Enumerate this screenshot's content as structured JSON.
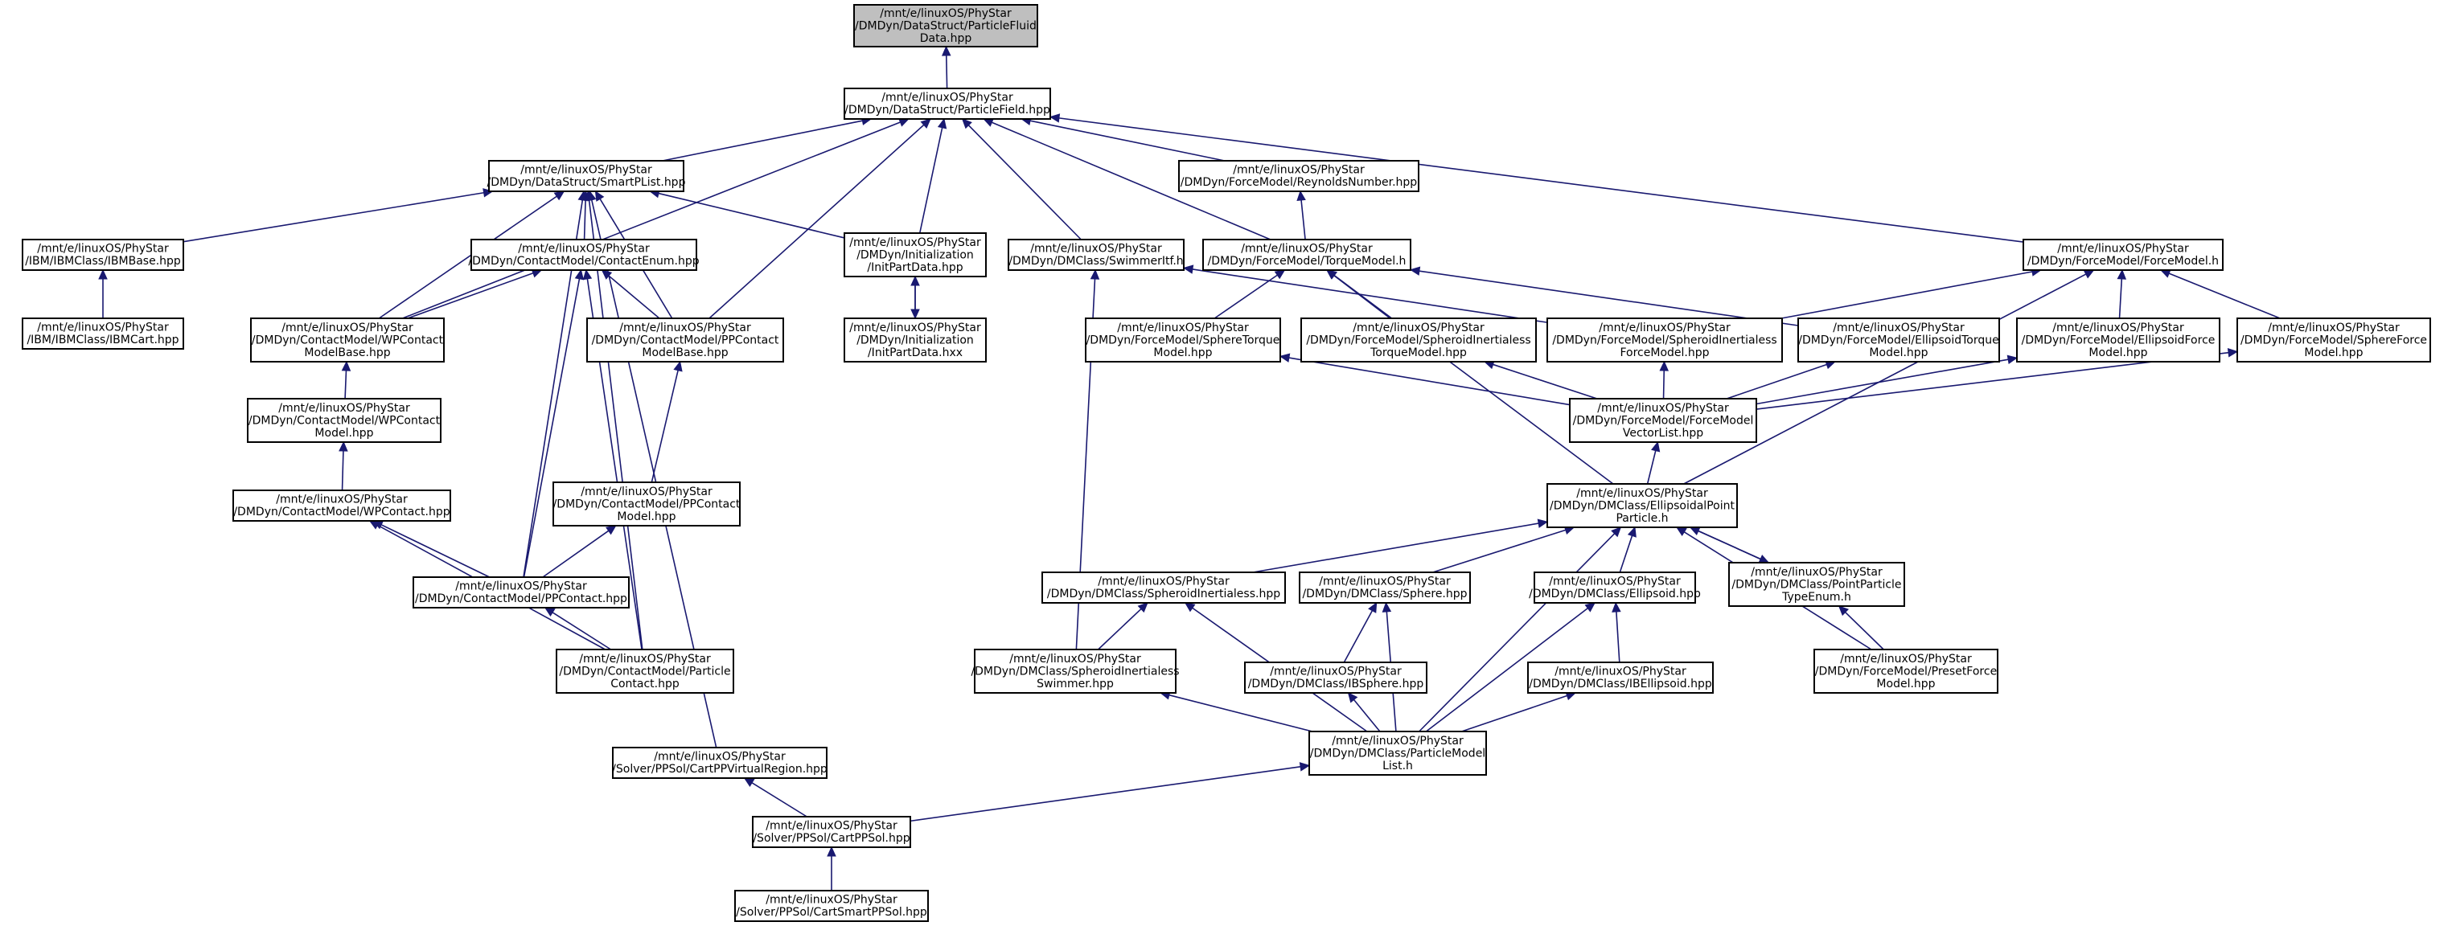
{
  "graph": {
    "colors": {
      "edge": "#191970",
      "node_border": "#000000",
      "root_fill": "#bfbfbf",
      "node_fill": "#ffffff",
      "background": "#ffffff"
    },
    "nodes": [
      {
        "id": "n1",
        "lines": [
          "/mnt/e/linuxOS/PhyStar",
          "/DMDyn/DataStruct/ParticleFluid",
          "Data.hpp"
        ],
        "root": true
      },
      {
        "id": "n2",
        "lines": [
          "/mnt/e/linuxOS/PhyStar",
          "/DMDyn/DataStruct/ParticleField.hpp"
        ]
      },
      {
        "id": "n3",
        "lines": [
          "/mnt/e/linuxOS/PhyStar",
          "/DMDyn/DataStruct/SmartPList.hpp"
        ]
      },
      {
        "id": "n4",
        "lines": [
          "/mnt/e/linuxOS/PhyStar",
          "/DMDyn/ForceModel/ReynoldsNumber.hpp"
        ]
      },
      {
        "id": "n5",
        "lines": [
          "/mnt/e/linuxOS/PhyStar",
          "/IBM/IBMClass/IBMBase.hpp"
        ]
      },
      {
        "id": "n6",
        "lines": [
          "/mnt/e/linuxOS/PhyStar",
          "/DMDyn/ContactModel/ContactEnum.hpp"
        ]
      },
      {
        "id": "n7",
        "lines": [
          "/mnt/e/linuxOS/PhyStar",
          "/DMDyn/Initialization",
          "/InitPartData.hpp"
        ]
      },
      {
        "id": "n8",
        "lines": [
          "/mnt/e/linuxOS/PhyStar",
          "/DMDyn/DMClass/SwimmerItf.h"
        ]
      },
      {
        "id": "n9",
        "lines": [
          "/mnt/e/linuxOS/PhyStar",
          "/DMDyn/ForceModel/TorqueModel.h"
        ]
      },
      {
        "id": "n10",
        "lines": [
          "/mnt/e/linuxOS/PhyStar",
          "/DMDyn/ForceModel/ForceModel.h"
        ]
      },
      {
        "id": "n11",
        "lines": [
          "/mnt/e/linuxOS/PhyStar",
          "/IBM/IBMClass/IBMCart.hpp"
        ]
      },
      {
        "id": "n12",
        "lines": [
          "/mnt/e/linuxOS/PhyStar",
          "/DMDyn/ContactModel/WPContact",
          "ModelBase.hpp"
        ]
      },
      {
        "id": "n13",
        "lines": [
          "/mnt/e/linuxOS/PhyStar",
          "/DMDyn/ContactModel/PPContact",
          "ModelBase.hpp"
        ]
      },
      {
        "id": "n14",
        "lines": [
          "/mnt/e/linuxOS/PhyStar",
          "/DMDyn/Initialization",
          "/InitPartData.hxx"
        ]
      },
      {
        "id": "n15",
        "lines": [
          "/mnt/e/linuxOS/PhyStar",
          "/DMDyn/ForceModel/SphereTorque",
          "Model.hpp"
        ]
      },
      {
        "id": "n16",
        "lines": [
          "/mnt/e/linuxOS/PhyStar",
          "/DMDyn/ForceModel/SpheroidInertialess",
          "TorqueModel.hpp"
        ]
      },
      {
        "id": "n17",
        "lines": [
          "/mnt/e/linuxOS/PhyStar",
          "/DMDyn/ForceModel/SpheroidInertialess",
          "ForceModel.hpp"
        ]
      },
      {
        "id": "n18",
        "lines": [
          "/mnt/e/linuxOS/PhyStar",
          "/DMDyn/ForceModel/EllipsoidTorque",
          "Model.hpp"
        ]
      },
      {
        "id": "n19",
        "lines": [
          "/mnt/e/linuxOS/PhyStar",
          "/DMDyn/ForceModel/EllipsoidForce",
          "Model.hpp"
        ]
      },
      {
        "id": "n20",
        "lines": [
          "/mnt/e/linuxOS/PhyStar",
          "/DMDyn/ForceModel/SphereForce",
          "Model.hpp"
        ]
      },
      {
        "id": "n21",
        "lines": [
          "/mnt/e/linuxOS/PhyStar",
          "/DMDyn/ContactModel/WPContact",
          "Model.hpp"
        ]
      },
      {
        "id": "n22",
        "lines": [
          "/mnt/e/linuxOS/PhyStar",
          "/DMDyn/ForceModel/ForceModel",
          "VectorList.hpp"
        ]
      },
      {
        "id": "n23",
        "lines": [
          "/mnt/e/linuxOS/PhyStar",
          "/DMDyn/ContactModel/WPContact.hpp"
        ]
      },
      {
        "id": "n24",
        "lines": [
          "/mnt/e/linuxOS/PhyStar",
          "/DMDyn/ContactModel/PPContact",
          "Model.hpp"
        ]
      },
      {
        "id": "n25",
        "lines": [
          "/mnt/e/linuxOS/PhyStar",
          "/DMDyn/DMClass/EllipsoidalPoint",
          "Particle.h"
        ]
      },
      {
        "id": "n26",
        "lines": [
          "/mnt/e/linuxOS/PhyStar",
          "/DMDyn/ContactModel/PPContact.hpp"
        ]
      },
      {
        "id": "n27",
        "lines": [
          "/mnt/e/linuxOS/PhyStar",
          "/DMDyn/DMClass/SpheroidInertialess.hpp"
        ]
      },
      {
        "id": "n28",
        "lines": [
          "/mnt/e/linuxOS/PhyStar",
          "/DMDyn/DMClass/Sphere.hpp"
        ]
      },
      {
        "id": "n29",
        "lines": [
          "/mnt/e/linuxOS/PhyStar",
          "/DMDyn/DMClass/Ellipsoid.hpp"
        ]
      },
      {
        "id": "n30",
        "lines": [
          "/mnt/e/linuxOS/PhyStar",
          "/DMDyn/DMClass/PointParticle",
          "TypeEnum.h"
        ]
      },
      {
        "id": "n31",
        "lines": [
          "/mnt/e/linuxOS/PhyStar",
          "/DMDyn/ContactModel/Particle",
          "Contact.hpp"
        ]
      },
      {
        "id": "n32",
        "lines": [
          "/mnt/e/linuxOS/PhyStar",
          "/DMDyn/DMClass/SpheroidInertialess",
          "Swimmer.hpp"
        ]
      },
      {
        "id": "n33",
        "lines": [
          "/mnt/e/linuxOS/PhyStar",
          "/DMDyn/DMClass/IBSphere.hpp"
        ]
      },
      {
        "id": "n34",
        "lines": [
          "/mnt/e/linuxOS/PhyStar",
          "/DMDyn/DMClass/IBEllipsoid.hpp"
        ]
      },
      {
        "id": "n35",
        "lines": [
          "/mnt/e/linuxOS/PhyStar",
          "/DMDyn/ForceModel/PresetForce",
          "Model.hpp"
        ]
      },
      {
        "id": "n36",
        "lines": [
          "/mnt/e/linuxOS/PhyStar",
          "/Solver/PPSol/CartPPVirtualRegion.hpp"
        ]
      },
      {
        "id": "n37",
        "lines": [
          "/mnt/e/linuxOS/PhyStar",
          "/DMDyn/DMClass/ParticleModel",
          "List.h"
        ]
      },
      {
        "id": "n38",
        "lines": [
          "/mnt/e/linuxOS/PhyStar",
          "/Solver/PPSol/CartPPSol.hpp"
        ]
      },
      {
        "id": "n39",
        "lines": [
          "/mnt/e/linuxOS/PhyStar",
          "/Solver/PPSol/CartSmartPPSol.hpp"
        ]
      }
    ],
    "edges": [
      [
        "n2",
        "n1"
      ],
      [
        "n3",
        "n2"
      ],
      [
        "n4",
        "n2"
      ],
      [
        "n7",
        "n2"
      ],
      [
        "n8",
        "n2"
      ],
      [
        "n9",
        "n2"
      ],
      [
        "n10",
        "n2"
      ],
      [
        "n12",
        "n2"
      ],
      [
        "n13",
        "n2"
      ],
      [
        "n5",
        "n3"
      ],
      [
        "n6",
        "n3"
      ],
      [
        "n7",
        "n3"
      ],
      [
        "n12",
        "n3"
      ],
      [
        "n13",
        "n3"
      ],
      [
        "n26",
        "n3"
      ],
      [
        "n31",
        "n3"
      ],
      [
        "n36",
        "n3"
      ],
      [
        "n9",
        "n4"
      ],
      [
        "n11",
        "n5"
      ],
      [
        "n12",
        "n6"
      ],
      [
        "n13",
        "n6"
      ],
      [
        "n26",
        "n6"
      ],
      [
        "n31",
        "n6"
      ],
      [
        "n14",
        "n7"
      ],
      [
        "n7",
        "n14"
      ],
      [
        "n32",
        "n8"
      ],
      [
        "n17",
        "n8"
      ],
      [
        "n15",
        "n9"
      ],
      [
        "n16",
        "n9"
      ],
      [
        "n18",
        "n9"
      ],
      [
        "n25",
        "n9"
      ],
      [
        "n17",
        "n10"
      ],
      [
        "n19",
        "n10"
      ],
      [
        "n20",
        "n10"
      ],
      [
        "n25",
        "n10"
      ],
      [
        "n21",
        "n12"
      ],
      [
        "n24",
        "n13"
      ],
      [
        "n22",
        "n15"
      ],
      [
        "n22",
        "n16"
      ],
      [
        "n22",
        "n17"
      ],
      [
        "n22",
        "n18"
      ],
      [
        "n22",
        "n19"
      ],
      [
        "n22",
        "n20"
      ],
      [
        "n23",
        "n21"
      ],
      [
        "n25",
        "n22"
      ],
      [
        "n26",
        "n23"
      ],
      [
        "n31",
        "n23"
      ],
      [
        "n26",
        "n24"
      ],
      [
        "n27",
        "n25"
      ],
      [
        "n28",
        "n25"
      ],
      [
        "n29",
        "n25"
      ],
      [
        "n30",
        "n25"
      ],
      [
        "n25",
        "n30"
      ],
      [
        "n35",
        "n25"
      ],
      [
        "n37",
        "n25"
      ],
      [
        "n31",
        "n26"
      ],
      [
        "n32",
        "n27"
      ],
      [
        "n37",
        "n27"
      ],
      [
        "n33",
        "n28"
      ],
      [
        "n37",
        "n28"
      ],
      [
        "n34",
        "n29"
      ],
      [
        "n37",
        "n29"
      ],
      [
        "n35",
        "n30"
      ],
      [
        "n37",
        "n32"
      ],
      [
        "n37",
        "n33"
      ],
      [
        "n37",
        "n34"
      ],
      [
        "n38",
        "n36"
      ],
      [
        "n38",
        "n37"
      ],
      [
        "n39",
        "n38"
      ]
    ]
  }
}
